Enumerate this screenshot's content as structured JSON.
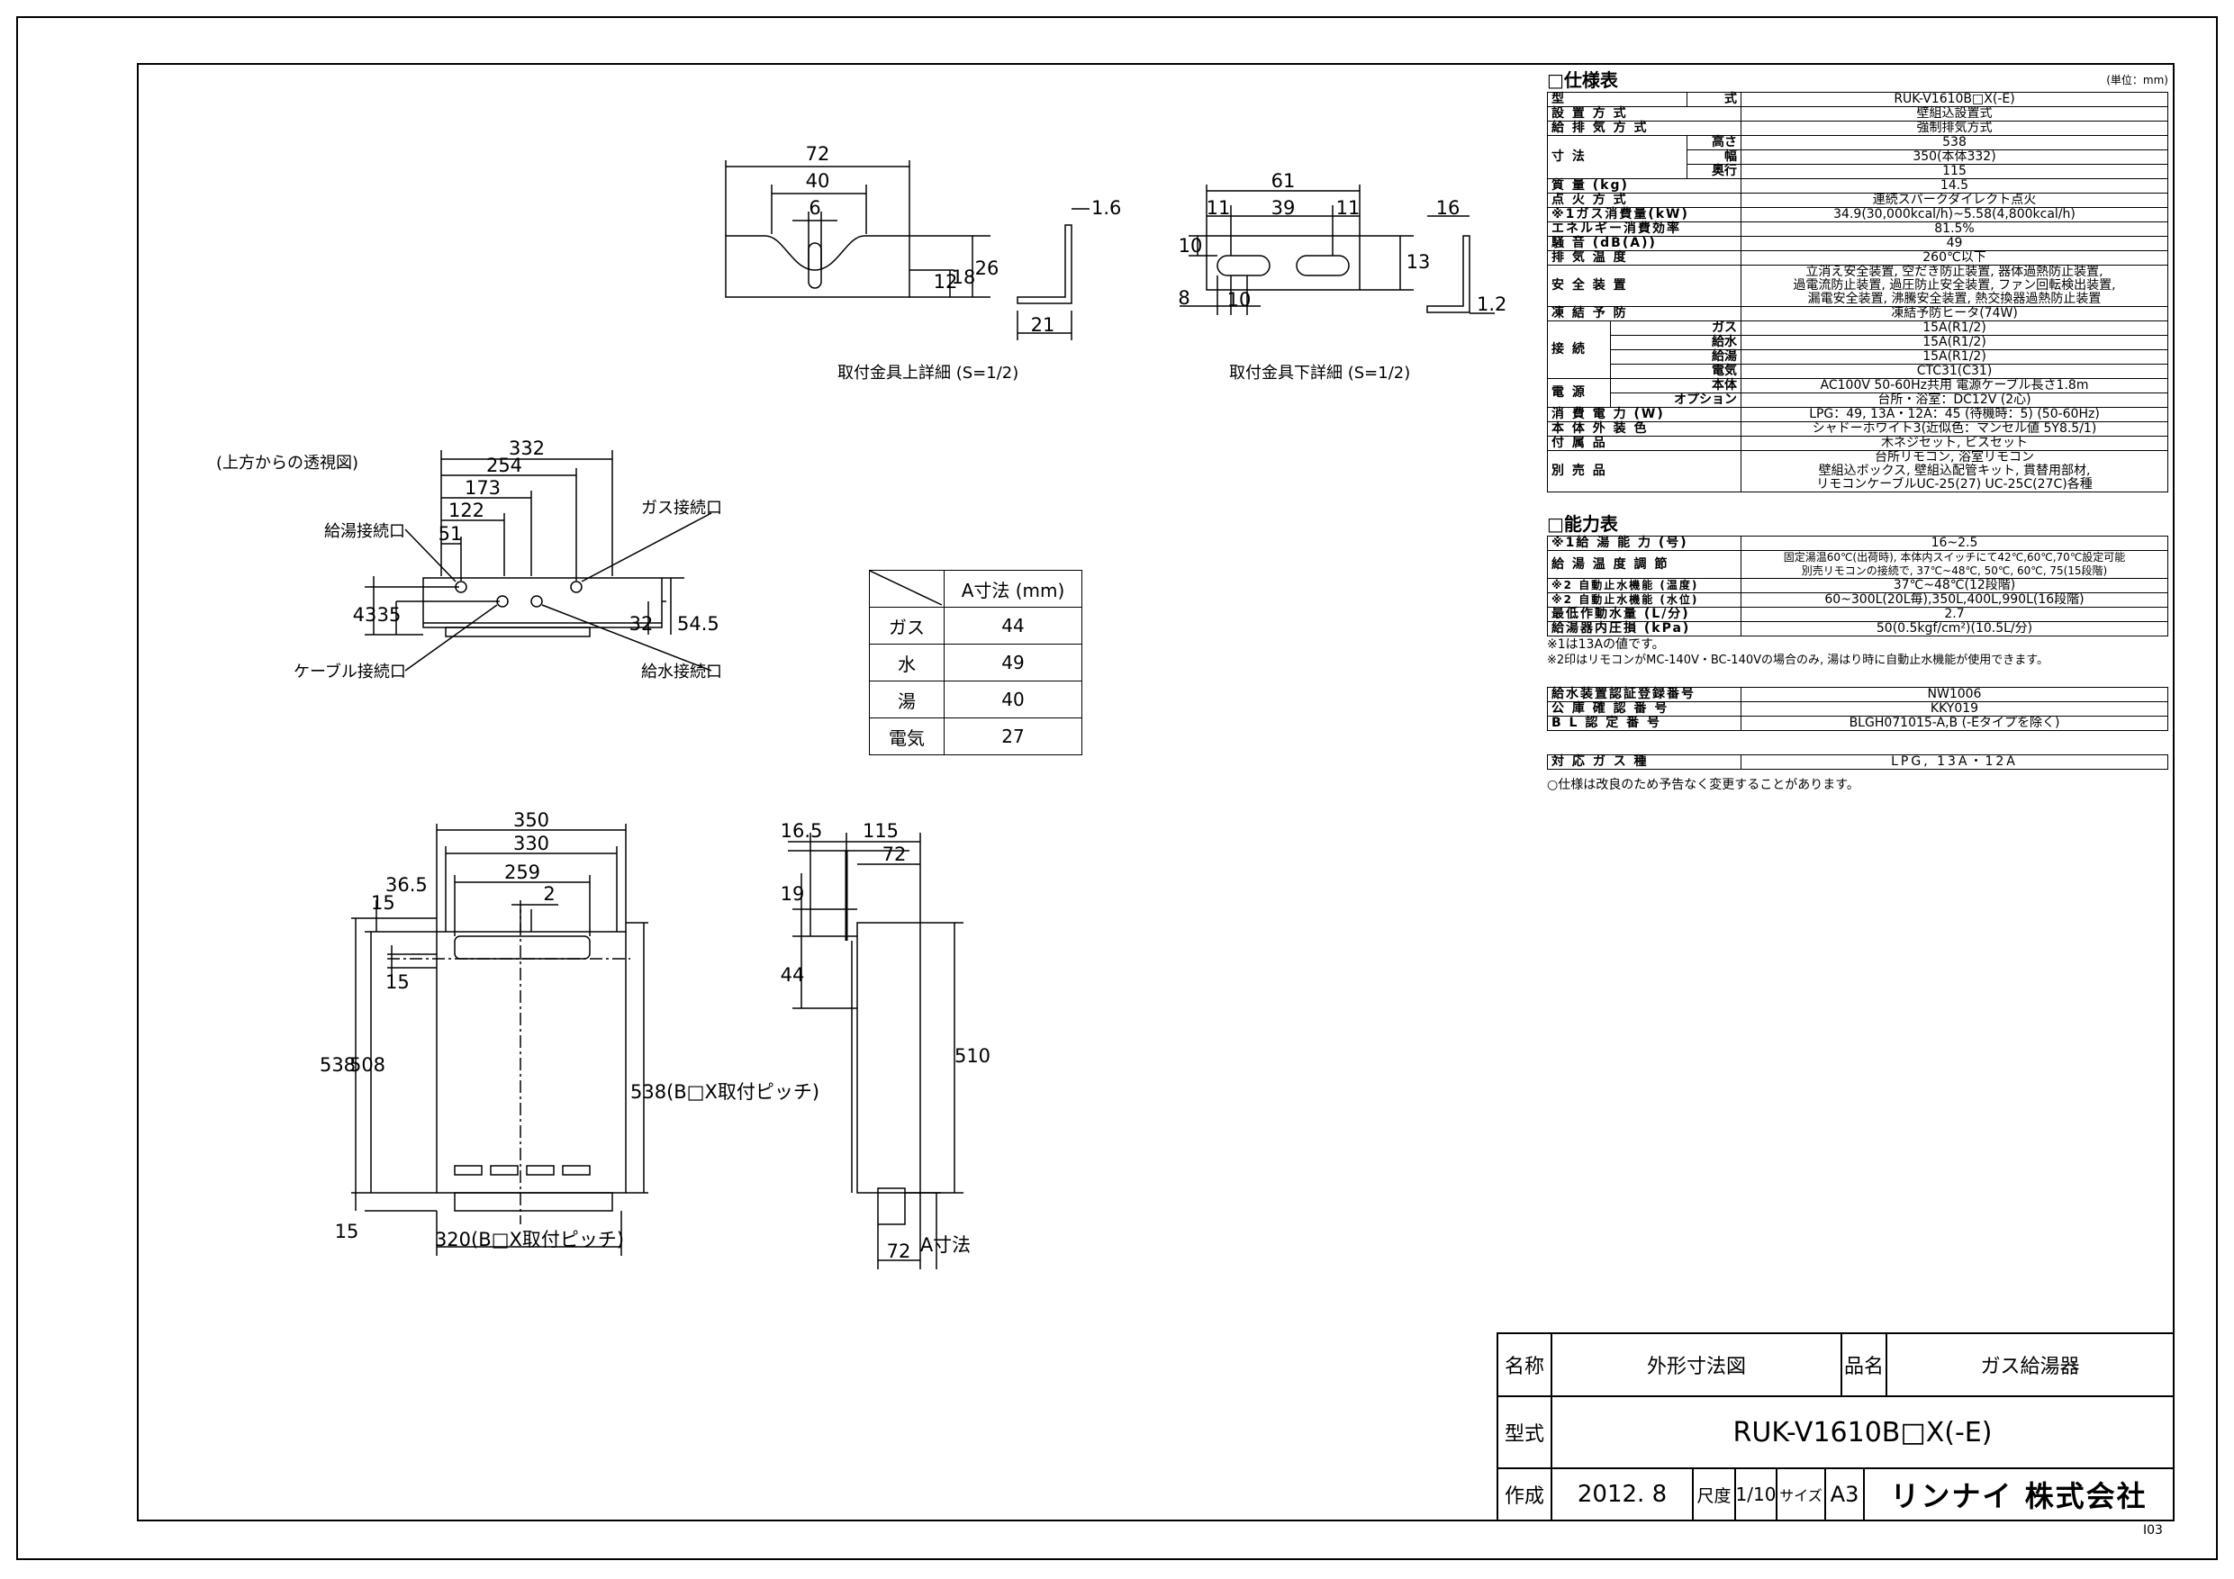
{
  "drawing": {
    "bracket_upper_caption": "取付金具上詳細 (S=1/2)",
    "bracket_lower_caption": "取付金具下詳細 (S=1/2)",
    "top_view_caption": "(上方からの透視図)",
    "conn_hot": "給湯接続口",
    "conn_gas": "ガス接続口",
    "conn_cable": "ケーブル接続口",
    "conn_water": "給水接続口",
    "upper_dims": {
      "w72": "72",
      "w40": "40",
      "w6": "6",
      "h12": "12",
      "h18": "18",
      "h26": "26",
      "t16": "1.6",
      "d21": "21"
    },
    "lower_dims": {
      "w61": "61",
      "a11": "11",
      "b39": "39",
      "c11": "11",
      "h10": "10",
      "x8": "8",
      "x10": "10",
      "h13": "13",
      "w16": "16",
      "t12": "1.2"
    },
    "top_dims": {
      "d332": "332",
      "d254": "254",
      "d173": "173",
      "d122": "122",
      "d51": "51",
      "h43": "43",
      "h35": "35",
      "h32": "32",
      "h545": "54.5"
    },
    "front_dims": {
      "d350": "350",
      "d330": "330",
      "d259": "259",
      "d2": "2",
      "d15a": "15",
      "d365": "36.5",
      "d15b": "15",
      "d538": "538",
      "d508": "508",
      "d538p": "538(B□X取付ピッチ)",
      "d15c": "15",
      "d320": "320(B□X取付ピッチ)"
    },
    "side_dims": {
      "d165": "16.5",
      "d115": "115",
      "d72a": "72",
      "d19": "19",
      "d44": "44",
      "d510": "510",
      "d72b": "72",
      "asun": "A寸法"
    }
  },
  "a_table": {
    "header": "A寸法 (mm)",
    "rows": [
      {
        "name": "ガス",
        "value": "44"
      },
      {
        "name": "水",
        "value": "49"
      },
      {
        "name": "湯",
        "value": "40"
      },
      {
        "name": "電気",
        "value": "27"
      }
    ]
  },
  "spec": {
    "title": "□仕様表",
    "unit": "(単位：mm)",
    "model_label": "型",
    "model_sub": "式",
    "model": "RUK-V1610B□X(-E)",
    "install_label": "設 置 方 式",
    "install": "壁組込設置式",
    "exhaust_label": "給 排 気 方 式",
    "exhaust": "強制排気方式",
    "size_label": "寸 法",
    "height_label": "高さ",
    "height": "538",
    "width_label": "幅",
    "width": "350(本体332)",
    "depth_label": "奥行",
    "depth": "115",
    "weight_label": "質 量 (kg)",
    "weight": "14.5",
    "ignition_label": "点 火 方 式",
    "ignition": "連続スパークダイレクト点火",
    "gas_cons_label": "※1ガス消費量(kW)",
    "gas_cons": "34.9(30,000kcal/h)~5.58(4,800kcal/h)",
    "eff_label": "エネルギー消費効率",
    "eff": "81.5%",
    "noise_label": "騒 音 (dB(A))",
    "noise": "49",
    "exh_temp_label": "排 気 温 度",
    "exh_temp": "260℃以下",
    "safety_label": "安 全 装 置",
    "safety1": "立消え安全装置, 空だき防止装置, 器体過熱防止装置,",
    "safety2": "過電流防止装置, 過圧防止安全装置, ファン回転検出装置,",
    "safety3": "漏電安全装置, 沸騰安全装置, 熱交換器過熱防止装置",
    "freeze_label": "凍 結 予 防",
    "freeze": "凍結予防ヒータ(74W)",
    "conn_label": "接 続",
    "conn_gas_label": "ガス",
    "conn_gas": "15A(R1/2)",
    "conn_water_label": "給水",
    "conn_water": "15A(R1/2)",
    "conn_hot_label": "給湯",
    "conn_hot": "15A(R1/2)",
    "conn_elec_label": "電気",
    "conn_elec": "CTC31(C31)",
    "power_label": "電 源",
    "power_main_label": "本体",
    "power_main": "AC100V 50-60Hz共用 電源ケーブル長さ1.8m",
    "power_opt_label": "オプション",
    "power_opt": "台所・浴室：DC12V (2心)",
    "consumption_label": "消 費 電 力 (W)",
    "consumption": "LPG：49, 13A・12A：45 (待機時：5) (50-60Hz)",
    "color_label": "本 体 外 装 色",
    "color": "シャドーホワイト3(近似色：マンセル値 5Y8.5/1)",
    "accessory_label": "付 属 品",
    "accessory": "木ネジセット, ビスセット",
    "sold_label": "別 売 品",
    "sold1": "台所リモコン, 浴室リモコン",
    "sold2": "壁組込ボックス, 壁組込配管キット, 貫替用部材,",
    "sold3": "リモコンケーブルUC-25(27) UC-25C(27C)各種"
  },
  "capacity": {
    "title": "□能力表",
    "r1_label": "※1給 湯 能 力 (号)",
    "r1": "16~2.5",
    "r2_label": "給 湯 温 度 調 節",
    "r2a": "固定湯温60℃(出荷時), 本体内スイッチにて42℃,60℃,70℃設定可能",
    "r2b": "別売リモコンの接続で, 37℃~48℃, 50℃, 60℃, 75(15段階)",
    "r3_label": "※2 自動止水機能 (温度)",
    "r3": "37℃~48℃(12段階)",
    "r4_label": "※2 自動止水機能 (水位)",
    "r4": "60~300L(20L毎),350L,400L,990L(16段階)",
    "r5_label": "最低作動水量 (L/分)",
    "r5": "2.7",
    "r6_label": "給湯器内圧損 (kPa)",
    "r6": "50(0.5kgf/cm²)(10.5L/分)",
    "note1": "※1は13Aの値です。",
    "note2": "※2印はリモコンがMC-140V・BC-140Vの場合のみ, 湯はり時に自動止水機能が使用できます。"
  },
  "cert": {
    "r1_label": "給水装置認証登録番号",
    "r1": "NW1006",
    "r2_label": "公 庫 確 認 番 号",
    "r2": "KKY019",
    "r3_label": "B L 認 定 番 号",
    "r3": "BLGH071015-A,B (-Eタイプを除く)",
    "gas_label": "対 応 ガ ス 種",
    "gas": "LPG, 13A・12A",
    "note": "○仕様は改良のため予告なく変更することがあります。"
  },
  "titleblock": {
    "name_label": "名称",
    "name": "外形寸法図",
    "product_label": "品名",
    "product": "ガス給湯器",
    "model_label": "型式",
    "model": "RUK-V1610B□X(-E)",
    "made_label": "作成",
    "made": "2012. 8",
    "scale_label": "尺度",
    "scale": "1/10",
    "size_label": "サイズ",
    "size": "A3",
    "company": "リンナイ 株式会社",
    "sheet_no": "I03"
  }
}
